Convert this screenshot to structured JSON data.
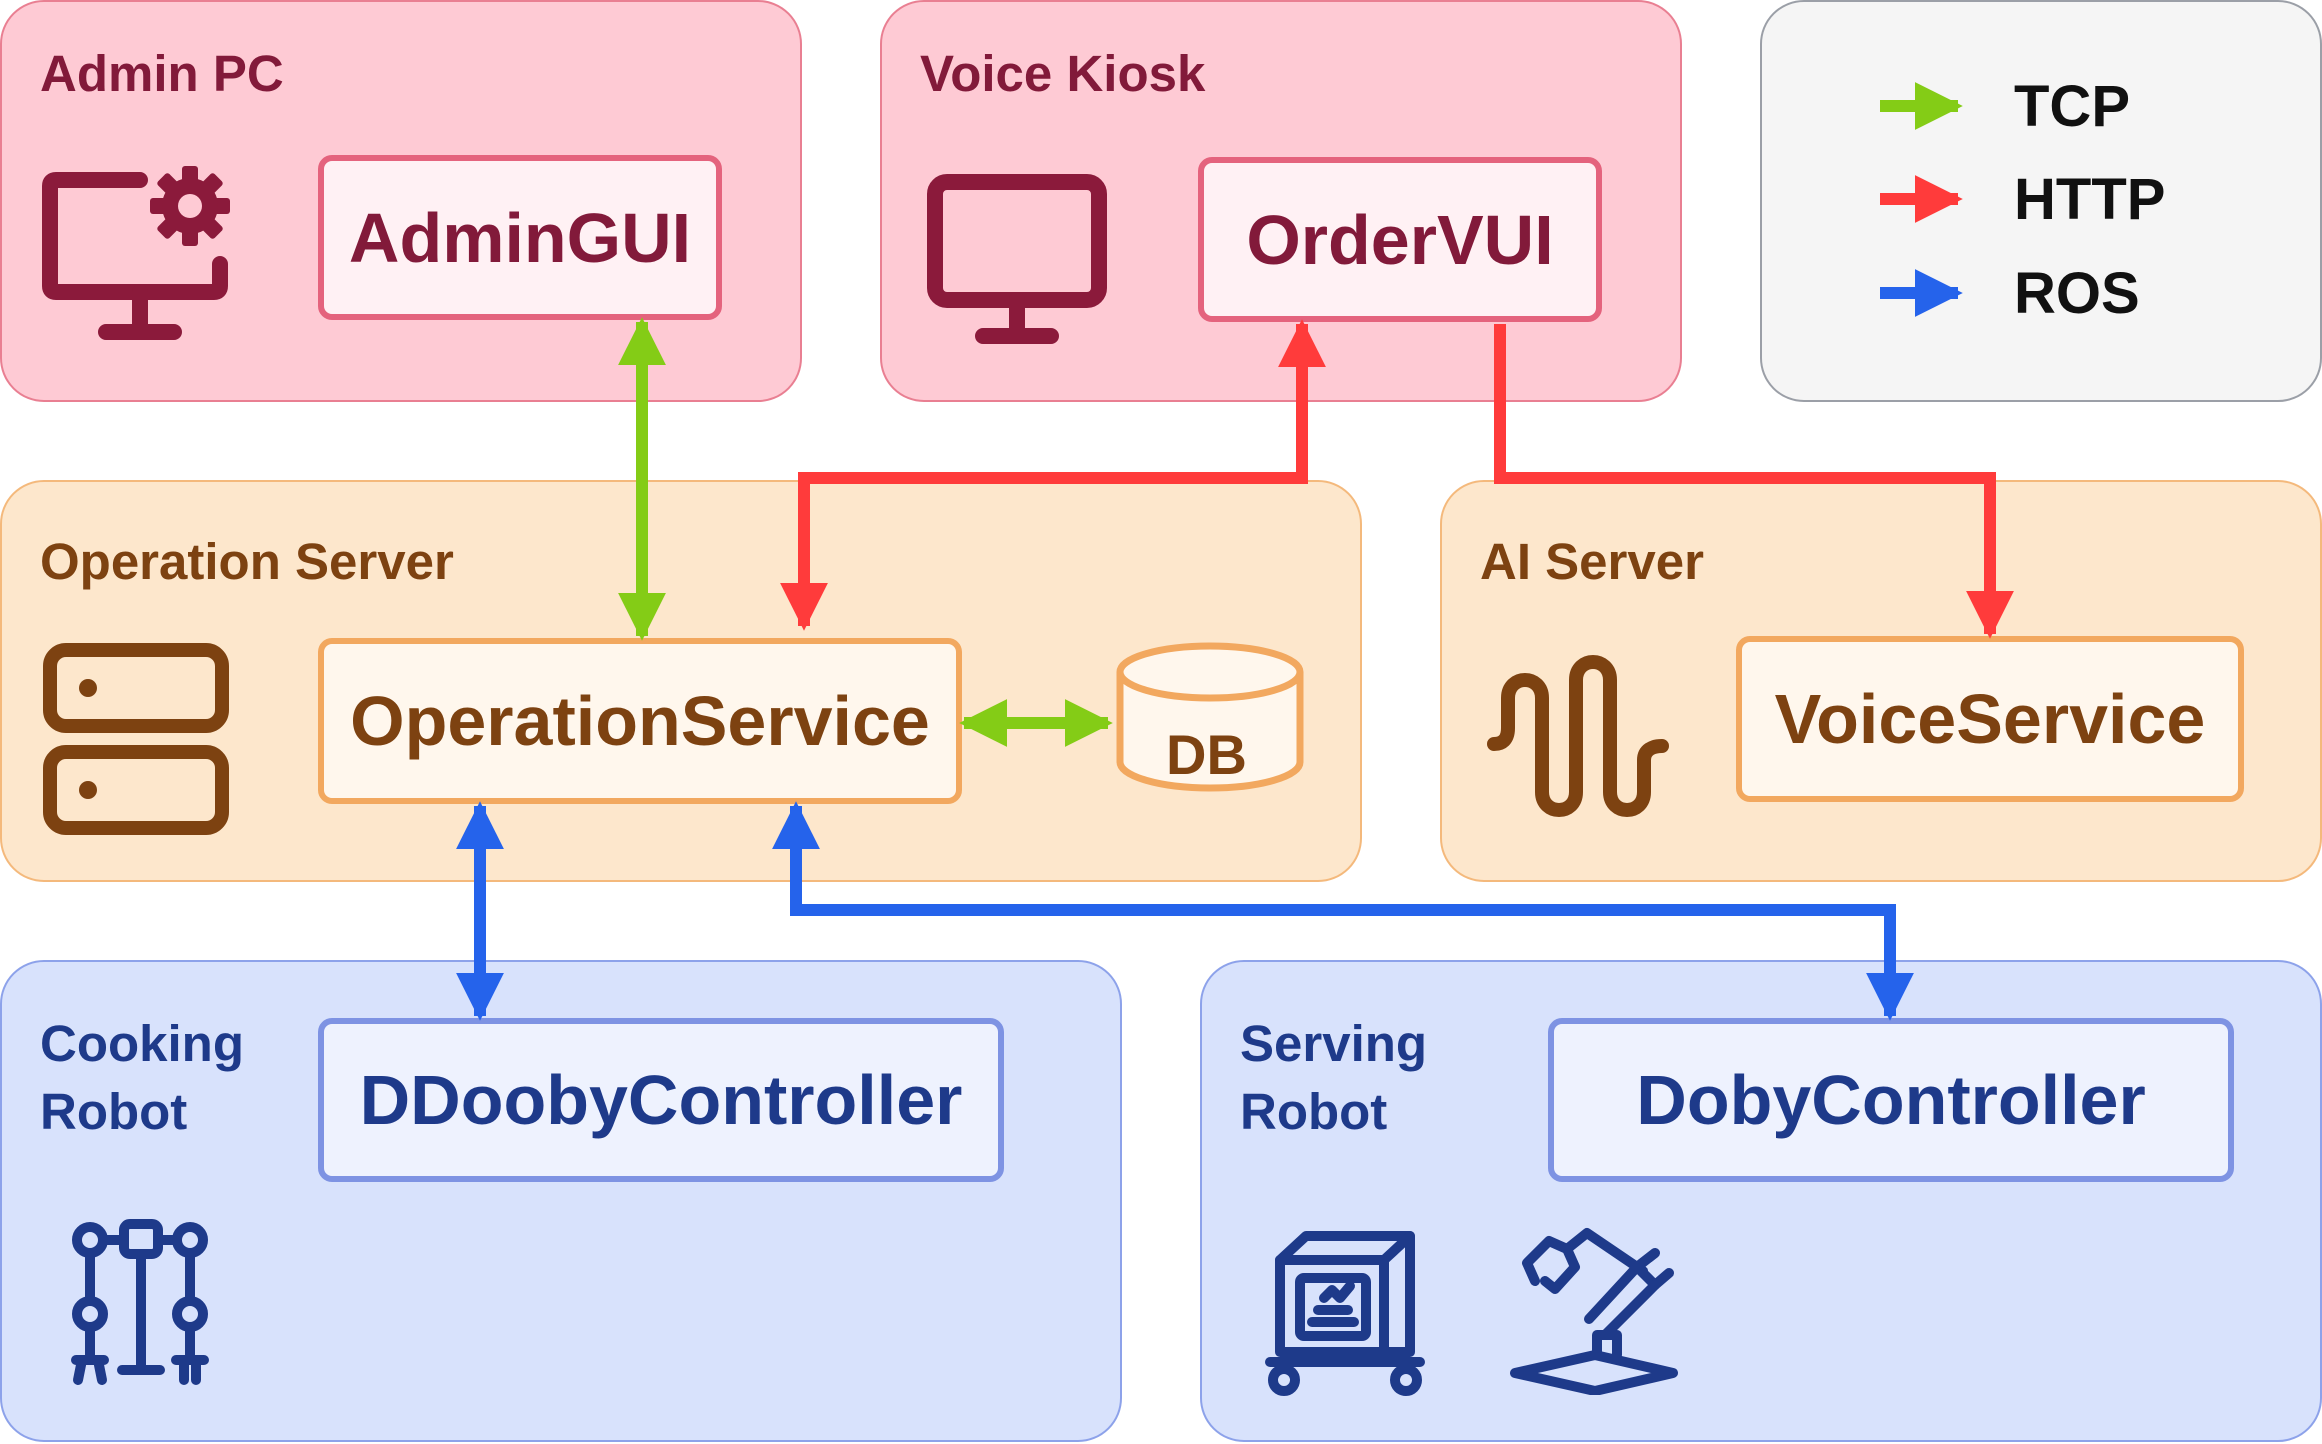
{
  "groups": {
    "admin_pc": "Admin PC",
    "voice_kiosk": "Voice Kiosk",
    "operation_server": "Operation Server",
    "ai_server": "AI Server",
    "cooking_robot": [
      "Cooking",
      "Robot"
    ],
    "serving_robot": [
      "Serving",
      "Robot"
    ]
  },
  "components": {
    "admin_gui": "AdminGUI",
    "order_vui": "OrderVUI",
    "operation_service": "OperationService",
    "db": "DB",
    "voice_service": "VoiceService",
    "ddooby_controller": "DDoobyController",
    "doby_controller": "DobyController"
  },
  "legend": [
    {
      "label": "TCP",
      "color": "#84cc16"
    },
    {
      "label": "HTTP",
      "color": "#ff3b3b"
    },
    {
      "label": "ROS",
      "color": "#2563eb"
    }
  ],
  "colors": {
    "tcp": "#84cc16",
    "http": "#ff3b3b",
    "ros": "#2563eb"
  },
  "icons": {
    "admin_pc": "monitor-gear-icon",
    "voice_kiosk": "monitor-icon",
    "operation_server": "server-icon",
    "db": "database-icon",
    "ai_server": "sound-wave-icon",
    "cooking_robot": "robot-joints-icon",
    "serving_robot_1": "robot-cart-icon",
    "serving_robot_2": "robot-arm-icon"
  }
}
